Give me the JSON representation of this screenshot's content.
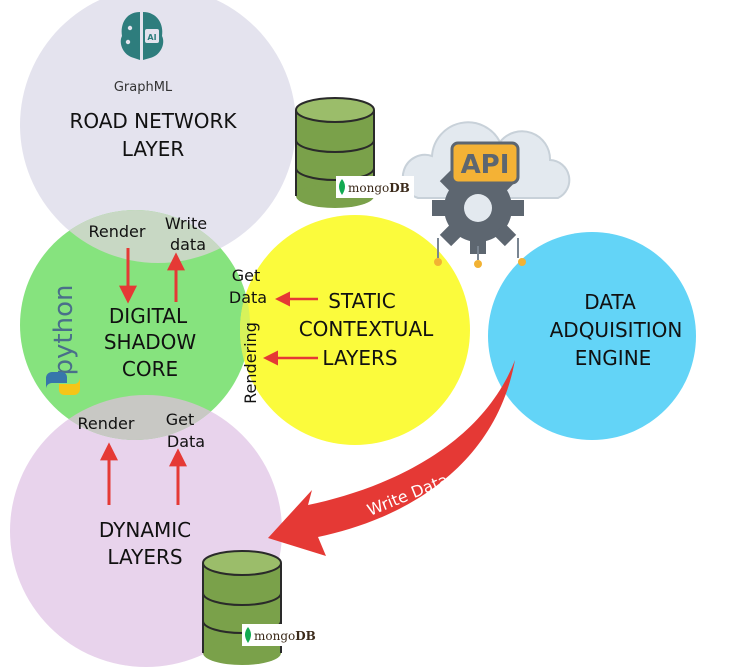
{
  "road_network": {
    "logo_text": "GraphML",
    "logo_badge": "AI",
    "title_line1": "ROAD NETWORK",
    "title_line2": "LAYER"
  },
  "digital_shadow": {
    "title_line1": "DIGITAL",
    "title_line2": "SHADOW",
    "title_line3": "CORE",
    "logo_text": "python",
    "top_render": "Render",
    "top_write_line1": "Write",
    "top_write_line2": "data",
    "bottom_render": "Render",
    "bottom_get_line1": "Get",
    "bottom_get_line2": "Data"
  },
  "static_layers": {
    "title_line1": "STATIC",
    "title_line2": "CONTEXTUAL",
    "title_line3": "LAYERS",
    "get_line1": "Get",
    "get_line2": "Data",
    "rendering": "Rendering"
  },
  "acquisition": {
    "title_line1": "DATA",
    "title_line2": "ADQUISITION",
    "title_line3": "ENGINE",
    "api_label": "API",
    "write_arrow_label": "Write Data"
  },
  "dynamic_layers": {
    "title_line1": "DYNAMIC",
    "title_line2": "LAYERS"
  },
  "db_top": {
    "label_prefix": "mongo",
    "label_suffix": "DB"
  },
  "db_bottom": {
    "label_prefix": "mongo",
    "label_suffix": "DB"
  },
  "colors": {
    "road": "#e4e3ee",
    "core": "#86e37e",
    "static": "#fbfb3c",
    "acquisition": "#63d4f7",
    "dynamic": "#e8d3ec",
    "overlap": "#c8c8c4",
    "arrow": "#e53935",
    "db_green": "#7aa14a"
  }
}
